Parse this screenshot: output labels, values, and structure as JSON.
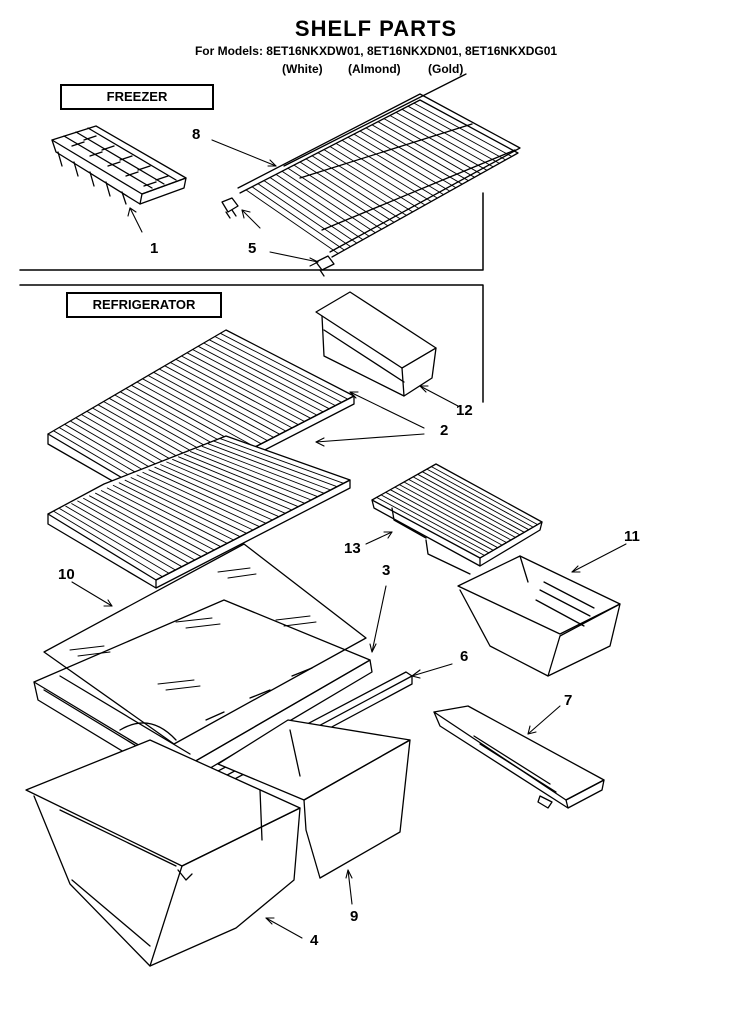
{
  "header": {
    "title": "SHELF PARTS",
    "models_line": "For Models: 8ET16NKXDW01, 8ET16NKXDN01, 8ET16NKXDG01",
    "colors": [
      "(White)",
      "(Almond)",
      "(Gold)"
    ]
  },
  "sections": {
    "freezer": "FREEZER",
    "refrigerator": "REFRIGERATOR"
  },
  "callouts": {
    "c1": "1",
    "c2": "2",
    "c3": "3",
    "c4": "4",
    "c5": "5",
    "c6": "6",
    "c7": "7",
    "c8": "8",
    "c9": "9",
    "c10": "10",
    "c11": "11",
    "c12": "12",
    "c13": "13"
  },
  "colors": {
    "ink": "#000000",
    "paper": "#ffffff"
  }
}
